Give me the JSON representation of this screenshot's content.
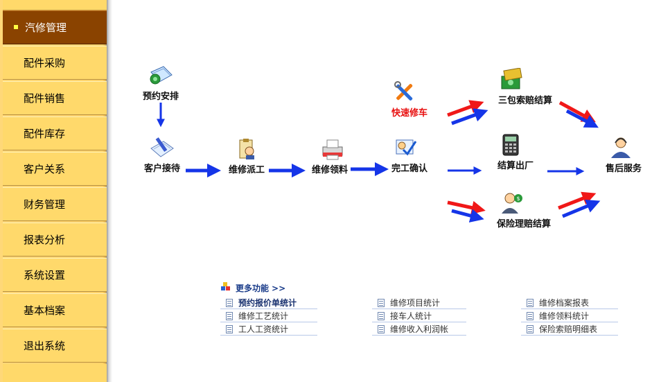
{
  "sidebar": {
    "items": [
      {
        "label": "汽修管理"
      },
      {
        "label": "配件采购"
      },
      {
        "label": "配件销售"
      },
      {
        "label": "配件库存"
      },
      {
        "label": "客户关系"
      },
      {
        "label": "财务管理"
      },
      {
        "label": "报表分析"
      },
      {
        "label": "系统设置"
      },
      {
        "label": "基本档案"
      },
      {
        "label": "退出系统"
      }
    ]
  },
  "flow": {
    "appointment": "预约安排",
    "reception": "客户接待",
    "dispatch": "维修派工",
    "parts_pick": "维修领料",
    "complete": "完工确认",
    "quick_repair": "快速修车",
    "warranty": "三包索赔结算",
    "checkout": "结算出厂",
    "insurance": "保险理赔结算",
    "after_sales": "售后服务"
  },
  "more": {
    "title": "更多功能",
    "chevron": ">>",
    "items": [
      "预约报价单统计",
      "维修项目统计",
      "维修档案报表",
      "维修工艺统计",
      "接车人统计",
      "维修领料统计",
      "工人工资统计",
      "维修收入利润帐",
      "保险索赔明细表"
    ]
  }
}
